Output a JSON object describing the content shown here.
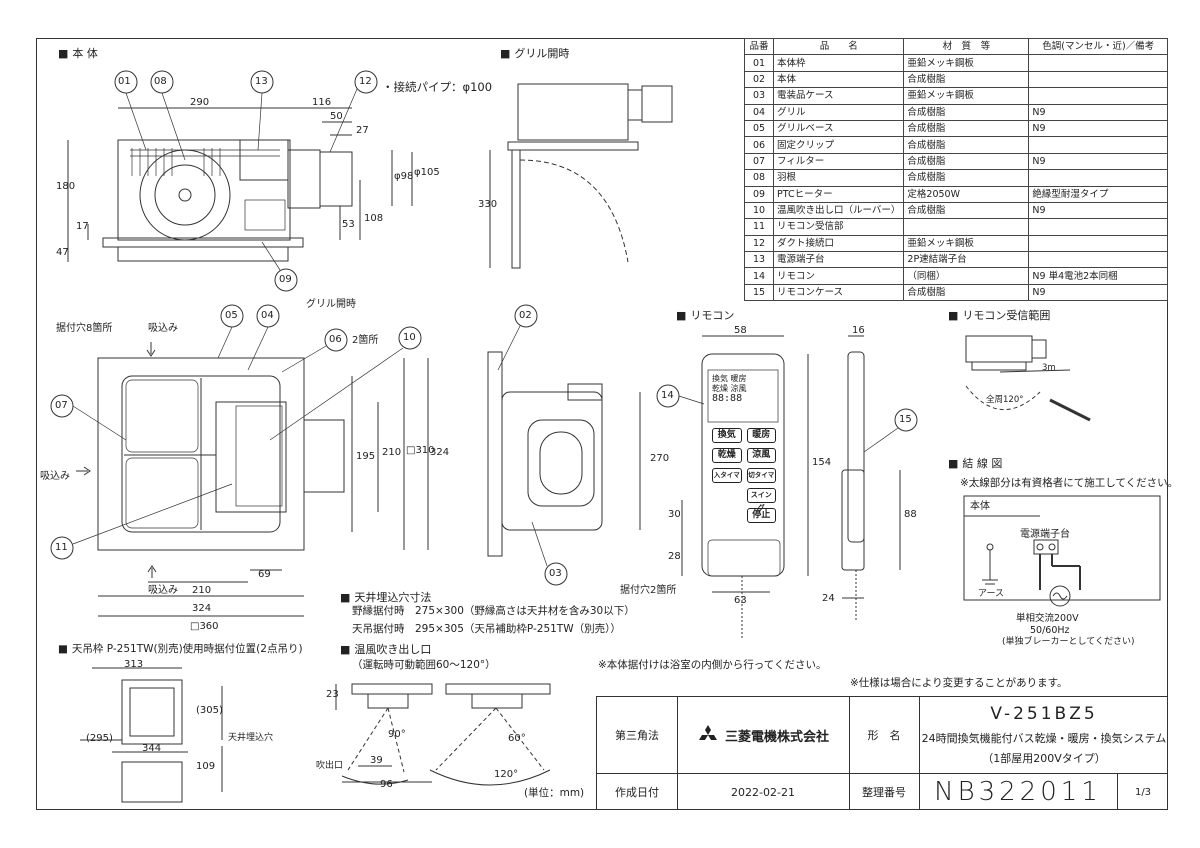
{
  "sections": {
    "main_body": "本 体",
    "grill_open": "グリル開時",
    "remote": "リモコン",
    "remote_range": "リモコン受信範囲",
    "wiring": "結 線 図",
    "hanger": "天吊枠 P-251TW(別売)使用時据付位置(2点吊り)",
    "ceiling_opening": "天井埋込穴寸法",
    "outlet": "温風吹き出し口"
  },
  "notes": {
    "pipe": "・接続パイプ：φ100",
    "opening_line1": "野縁据付時　275×300（野縁高さは天井材を含み30以下）",
    "opening_line2": "天吊据付時　295×305（天吊補助枠P-251TW（別売））",
    "outlet_range": "（運転時可動範囲60～120°）",
    "install_from_inside": "※本体据付けは浴室の内側から行ってください。",
    "spec_change": "※仕様は場合により変更することがあります。",
    "wiring_note": "※太線部分は有資格者にて施工してください。",
    "unit": "(単位：mm)",
    "intake8": "据付穴8箇所",
    "intake2": "据付穴2箇所",
    "suction": "吸込み",
    "grill_open_label": "グリル開時",
    "two_places": "2箇所",
    "ceiling_hole": "天井埋込穴",
    "outlet_port": "吹出口",
    "range120": "全周120°",
    "dist3m": "3m"
  },
  "dims": {
    "d290": "290",
    "d116": "116",
    "d50": "50",
    "d27": "27",
    "d180": "180",
    "d17": "17",
    "d47": "47",
    "p105": "φ105",
    "p98": "φ98",
    "d53": "53",
    "d108": "108",
    "d330": "330",
    "d324": "324",
    "d210": "210",
    "d195": "195",
    "sq310": "□310",
    "d69": "69",
    "d210b": "210",
    "d324b": "324",
    "sq360": "□360",
    "d270": "270",
    "d58": "58",
    "d16": "16",
    "d154": "154",
    "d30": "30",
    "d28": "28",
    "d63": "63",
    "d88": "88",
    "d24": "24",
    "d313": "313",
    "d305": "(305)",
    "d295": "(295)",
    "d344": "344",
    "d109": "109",
    "d23": "23",
    "d39": "39",
    "d96": "96",
    "a60": "60°",
    "a90": "90°",
    "a120": "120°"
  },
  "callouts": [
    "01",
    "08",
    "13",
    "12",
    "09",
    "05",
    "04",
    "06",
    "10",
    "07",
    "11",
    "02",
    "03",
    "14",
    "15"
  ],
  "parts_table": {
    "headers": [
      "品番",
      "品　　名",
      "材　質　等",
      "色調(マンセル・近)／備考"
    ],
    "rows": [
      [
        "01",
        "本体枠",
        "亜鉛メッキ鋼板",
        ""
      ],
      [
        "02",
        "本体",
        "合成樹脂",
        ""
      ],
      [
        "03",
        "電装品ケース",
        "亜鉛メッキ鋼板",
        ""
      ],
      [
        "04",
        "グリル",
        "合成樹脂",
        "N9"
      ],
      [
        "05",
        "グリルベース",
        "合成樹脂",
        "N9"
      ],
      [
        "06",
        "固定クリップ",
        "合成樹脂",
        ""
      ],
      [
        "07",
        "フィルター",
        "合成樹脂",
        "N9"
      ],
      [
        "08",
        "羽根",
        "合成樹脂",
        ""
      ],
      [
        "09",
        "PTCヒーター",
        "定格2050W",
        "絶縁型耐湿タイプ"
      ],
      [
        "10",
        "温風吹き出し口（ルーバー）",
        "合成樹脂",
        "N9"
      ],
      [
        "11",
        "リモコン受信部",
        "",
        ""
      ],
      [
        "12",
        "ダクト接続口",
        "亜鉛メッキ鋼板",
        ""
      ],
      [
        "13",
        "電源端子台",
        "2P速結端子台",
        ""
      ],
      [
        "14",
        "リモコン",
        "（同梱）",
        "N9 単4電池2本同梱"
      ],
      [
        "15",
        "リモコンケース",
        "合成樹脂",
        "N9"
      ]
    ]
  },
  "remote_buttons": [
    "換気",
    "暖房",
    "乾燥",
    "涼風",
    "入タイマー",
    "切タイマー",
    "スイング",
    "停止"
  ],
  "remote_display": [
    "換気",
    "暖房",
    "乾燥",
    "涼風",
    "88:88"
  ],
  "wiring": {
    "box": "本体",
    "terminal": "電源端子台",
    "ground": "アース",
    "supply1": "単相交流200V",
    "supply2": "50/60Hz",
    "supply3": "(単独ブレーカーとしてください)"
  },
  "title_block": {
    "projection": "第三角法",
    "company": "三菱電機株式会社",
    "model_label": "形　名",
    "model": "V-251BZ5",
    "desc1": "24時間換気機能付バス乾燥・暖房・換気システム",
    "desc2": "（1部屋用200Vタイプ）",
    "date_label": "作成日付",
    "date": "2022-02-21",
    "doc_label": "整理番号",
    "doc_no": "NB322011",
    "sheet": "1/3"
  }
}
